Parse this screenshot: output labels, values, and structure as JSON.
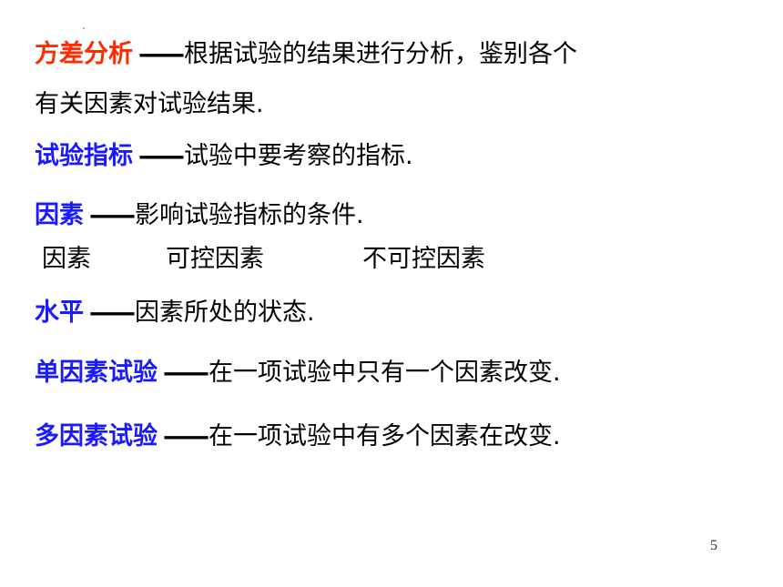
{
  "colors": {
    "red_term": "#ff2a00",
    "blue_term": "#1a1aff",
    "text": "#000000"
  },
  "definitions": [
    {
      "term": "方差分析",
      "dash": "——",
      "description": "根据试验的结果进行分析，鉴别各个",
      "continuation": "有关因素对试验结果."
    },
    {
      "term": "试验指标",
      "dash": "——",
      "description": "试验中要考察的指标."
    },
    {
      "term": "因素",
      "dash": "——",
      "description": "影响试验指标的条件."
    },
    {
      "term": "水平",
      "dash": "——",
      "description": "因素所处的状态."
    },
    {
      "term": "单因素试验",
      "dash": "——",
      "description": "在一项试验中只有一个因素改变."
    },
    {
      "term": "多因素试验",
      "dash": "——",
      "description": "在一项试验中有多个因素在改变."
    }
  ],
  "factor_types": [
    "因素",
    "可控因素",
    "不可控因素"
  ],
  "page_number": "5"
}
